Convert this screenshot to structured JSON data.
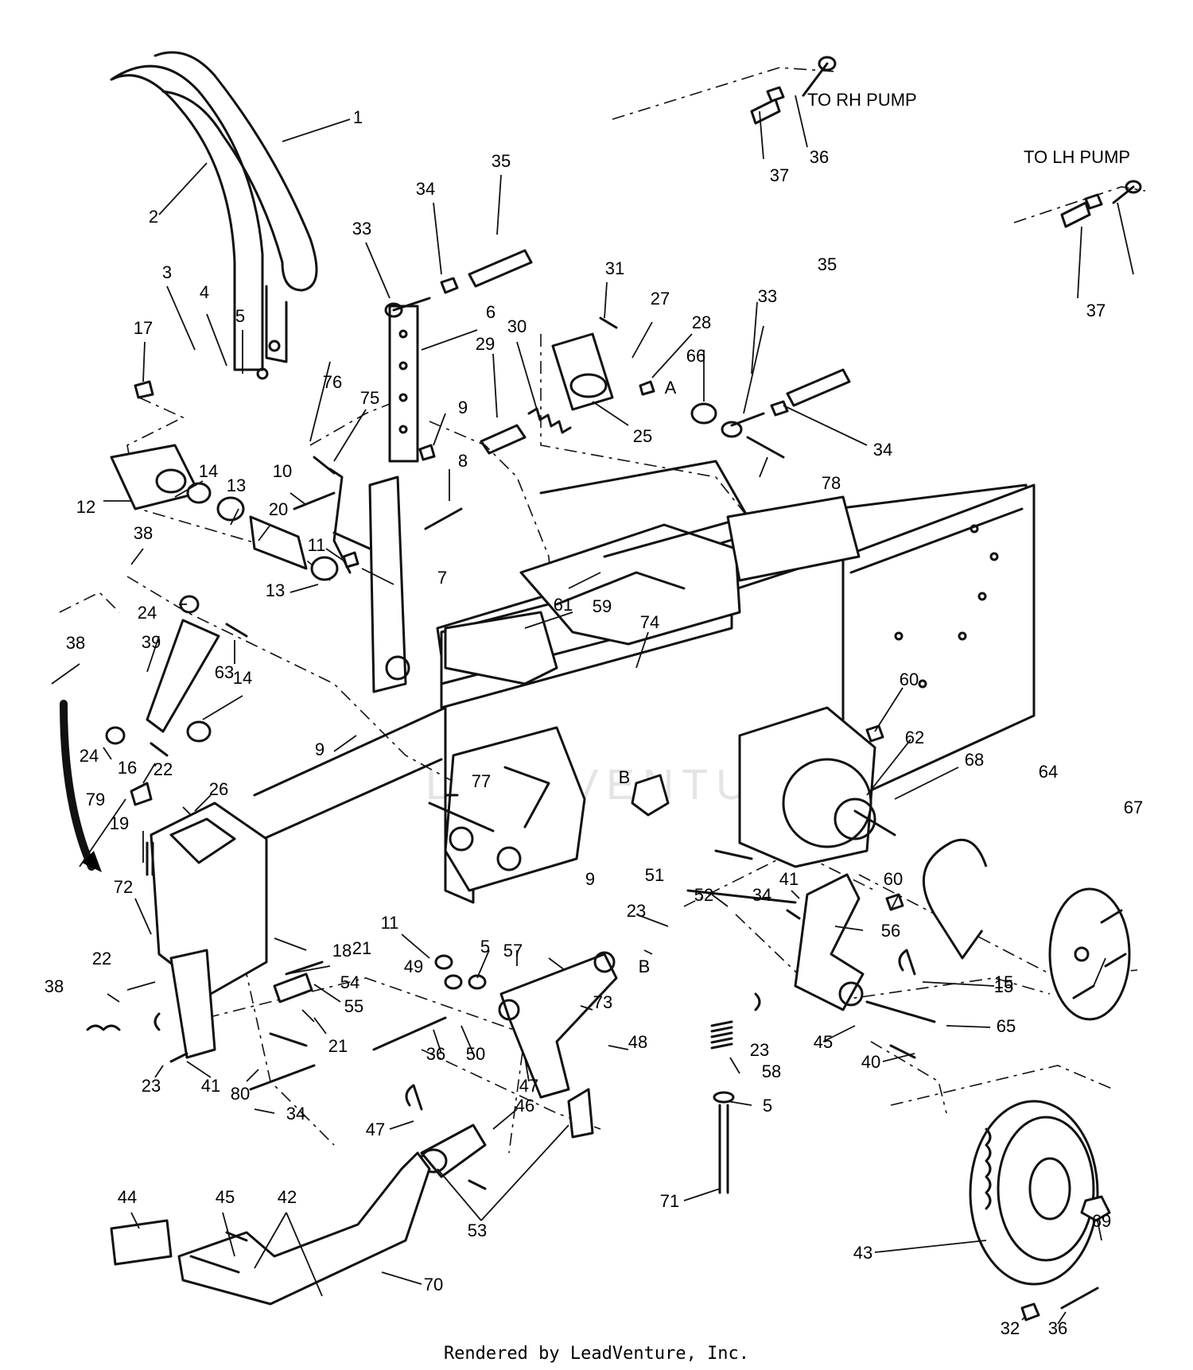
{
  "callouts": {
    "rh_pump": "TO RH PUMP",
    "lh_pump": "TO LH PUMP",
    "A": "A",
    "B": "B"
  },
  "watermark": "LEADVENTURE",
  "footer": "Rendered by LeadVenture, Inc.",
  "labels": [
    "1",
    "2",
    "35",
    "34",
    "33",
    "3",
    "4",
    "5",
    "17",
    "76",
    "75",
    "6",
    "31",
    "27",
    "28",
    "30",
    "29",
    "9",
    "8",
    "25",
    "A",
    "66",
    "33",
    "35",
    "34",
    "78",
    "12",
    "14",
    "13",
    "10",
    "20",
    "11",
    "38",
    "7",
    "13",
    "24",
    "63",
    "61",
    "59",
    "74",
    "60",
    "62",
    "68",
    "38",
    "39",
    "14",
    "9",
    "24",
    "16",
    "22",
    "26",
    "79",
    "19",
    "77",
    "B",
    "51",
    "9",
    "52",
    "64",
    "67",
    "72",
    "18",
    "21",
    "54",
    "55",
    "11",
    "5",
    "57",
    "B",
    "23",
    "34",
    "41",
    "60",
    "56",
    "15",
    "22",
    "38",
    "49",
    "36",
    "50",
    "73",
    "21",
    "23",
    "41",
    "80",
    "34",
    "48",
    "47",
    "23",
    "58",
    "5",
    "65",
    "40",
    "45",
    "15",
    "47",
    "46",
    "53",
    "71",
    "69",
    "43",
    "44",
    "45",
    "42",
    "70",
    "32",
    "36",
    "37",
    "36",
    "37"
  ]
}
